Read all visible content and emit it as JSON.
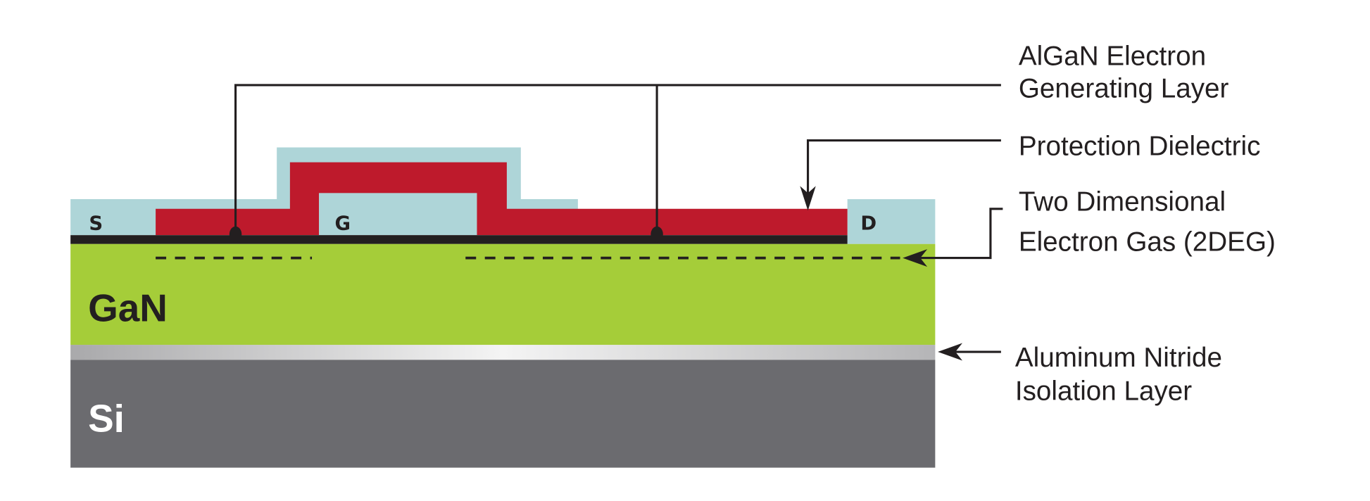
{
  "title": "GaN on Si HEMT cross-section",
  "terminals": {
    "source": "S",
    "gate": "G",
    "drain": "D"
  },
  "layers": {
    "gan": "GaN",
    "si": "Si"
  },
  "callouts": {
    "algan": [
      "AlGaN Electron",
      "Generating Layer"
    ],
    "protection": [
      "Protection Dielectric"
    ],
    "twodeg": [
      "Two Dimensional",
      "Electron Gas (2DEG)"
    ],
    "aln": [
      "Aluminum Nitride",
      "Isolation Layer"
    ]
  },
  "colors": {
    "dielectric": "#aed5d8",
    "metal": "#be1a2c",
    "gan": "#a5cd39",
    "si": "#6b6b6f",
    "line": "#231f20"
  }
}
